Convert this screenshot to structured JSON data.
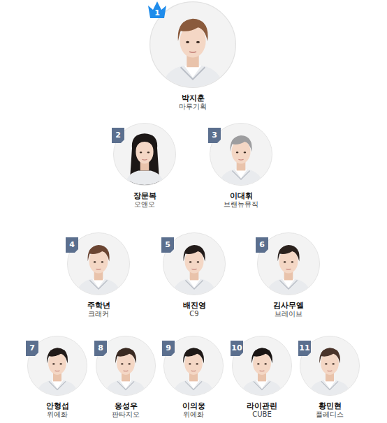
{
  "diagram": {
    "nodes": [
      {
        "text": [
          "박지훈",
          "마루기획"
        ]
      },
      {
        "text": [
          "1"
        ],
        "in": 0
      },
      {
        "text": [
          "장문복",
          "오앤오"
        ]
      },
      {
        "text": [
          "2"
        ],
        "in": 2
      },
      {
        "text": [
          "이대휘",
          "브랜뉴뮤직"
        ]
      },
      {
        "text": [
          "3"
        ],
        "in": 4
      },
      {
        "text": [
          "주학년",
          "크래커"
        ]
      },
      {
        "text": [
          "4"
        ],
        "in": 6
      },
      {
        "text": [
          "배진영",
          "C9"
        ]
      },
      {
        "text": [
          "5"
        ],
        "in": 8
      },
      {
        "text": [
          "김사무엘",
          "브레이브"
        ]
      },
      {
        "text": [
          "6"
        ],
        "in": 10
      },
      {
        "text": [
          "안형섭",
          "위에화"
        ]
      },
      {
        "text": [
          "7"
        ],
        "in": 12
      },
      {
        "text": [
          "옹성우",
          "판타지오"
        ]
      },
      {
        "text": [
          "8"
        ],
        "in": 14
      },
      {
        "text": [
          "이의웅",
          "위에화"
        ]
      },
      {
        "text": [
          "9"
        ],
        "in": 16
      },
      {
        "text": [
          "라이관린",
          "CUBE"
        ]
      },
      {
        "text": [
          "10"
        ],
        "in": 18
      },
      {
        "text": [
          "황민현",
          "플레디스"
        ]
      },
      {
        "text": [
          "11"
        ],
        "in": 20
      }
    ]
  }
}
